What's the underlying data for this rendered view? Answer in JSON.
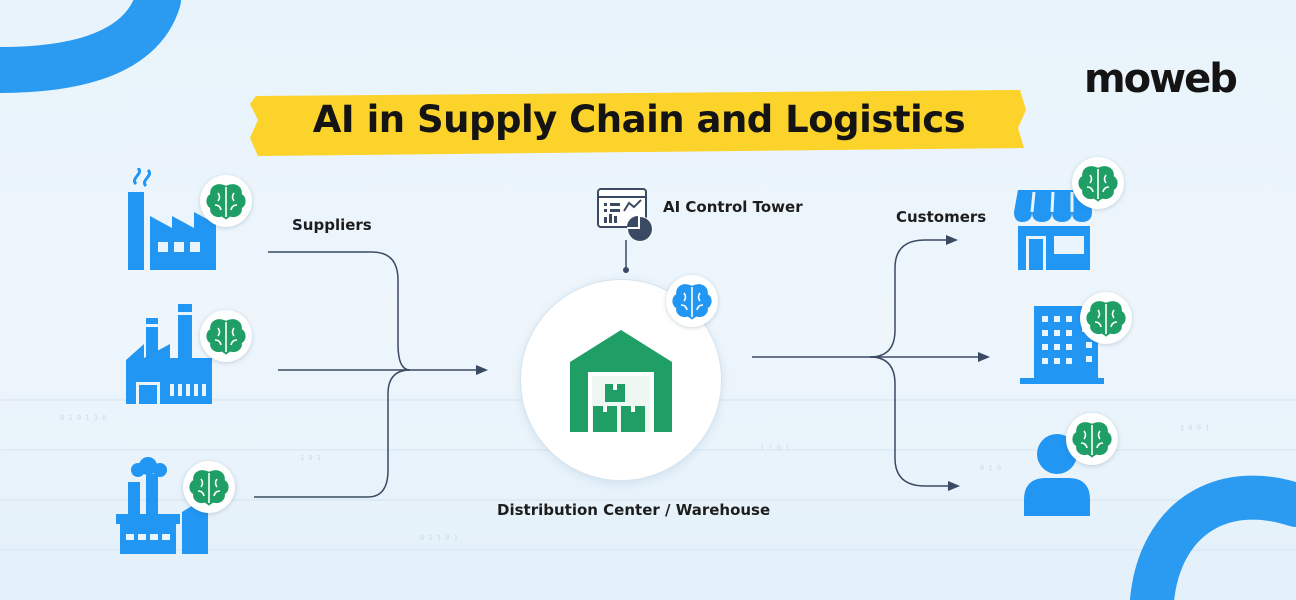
{
  "brand": {
    "name": "moweb"
  },
  "title": "AI in Supply Chain and Logistics",
  "suppliers_label": "Suppliers",
  "customers_label": "Customers",
  "control_tower_label": "AI Control Tower",
  "hub_label": "Distribution Center / Warehouse",
  "colors": {
    "icon_blue": "#2196f3",
    "hub_green": "#1f9e66",
    "title_highlight": "#fcd32a",
    "connector": "#3b4a63",
    "background": "#e8f3fb"
  },
  "icons": {
    "suppliers": [
      "factory-icon",
      "factory-icon",
      "factory-icon"
    ],
    "customers": [
      "storefront-icon",
      "office-building-icon",
      "person-icon"
    ],
    "hub": "warehouse-icon",
    "control_tower": "dashboard-icon",
    "badge": "brain-icon"
  }
}
